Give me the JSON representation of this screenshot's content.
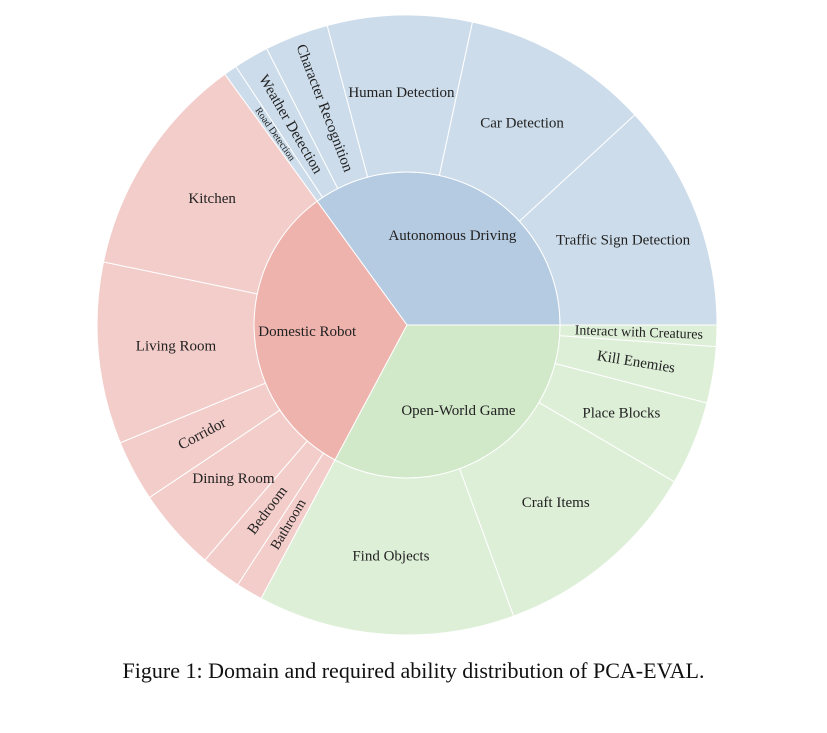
{
  "caption": "Figure 1: Domain and required ability distribution of PCA-EVAL.",
  "chart_data": {
    "type": "sunburst",
    "title": "",
    "domains": [
      {
        "name": "Autonomous Driving",
        "color": "#b5cbe2",
        "child_color": "#ccdcea",
        "value": 0.35,
        "children": [
          {
            "name": "Traffic Sign Detection",
            "value": 0.1186
          },
          {
            "name": "Car Detection",
            "value": 0.0975
          },
          {
            "name": "Human Detection",
            "value": 0.0753
          },
          {
            "name": "Character Recognition",
            "value": 0.0333
          },
          {
            "name": "Weather Detection",
            "value": 0.0183
          },
          {
            "name": "Road Detection",
            "value": 0.0069
          }
        ]
      },
      {
        "name": "Domestic Robot",
        "color": "#eeb3ad",
        "child_color": "#f3cdca",
        "value": 0.322,
        "children": [
          {
            "name": "Kitchen",
            "value": 0.1175
          },
          {
            "name": "Living Room",
            "value": 0.0947
          },
          {
            "name": "Corridor",
            "value": 0.0319
          },
          {
            "name": "Dining Room",
            "value": 0.0431
          },
          {
            "name": "Bedroom",
            "value": 0.0211
          },
          {
            "name": "Bathroom",
            "value": 0.0139
          }
        ]
      },
      {
        "name": "Open-World Game",
        "color": "#d1e8c9",
        "child_color": "#deefd8",
        "value": 0.328,
        "children": [
          {
            "name": "Find Objects",
            "value": 0.1339
          },
          {
            "name": "Craft Items",
            "value": 0.1097
          },
          {
            "name": "Place Blocks",
            "value": 0.0439
          },
          {
            "name": "Kill Enemies",
            "value": 0.0294
          },
          {
            "name": "Interact with Creatures",
            "value": 0.0111
          }
        ]
      }
    ]
  }
}
